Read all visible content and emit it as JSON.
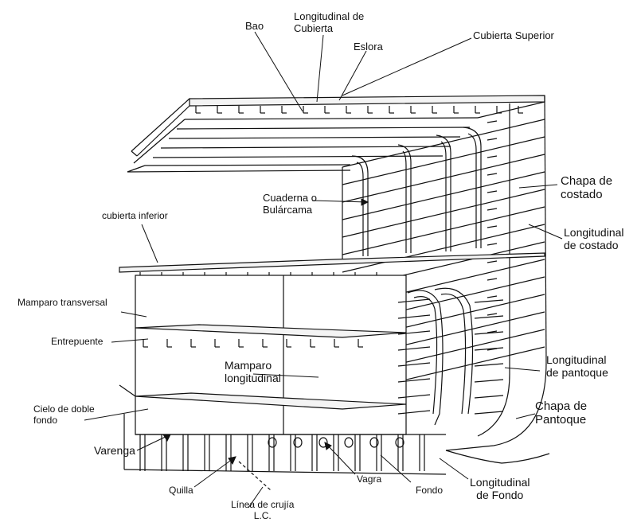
{
  "labels": {
    "bao": "Bao",
    "longitudinal_cubierta": "Longitudinal de\nCubierta",
    "eslora": "Eslora",
    "cubierta_superior": "Cubierta Superior",
    "chapa_costado": "Chapa de\ncostado",
    "cuaderna": "Cuaderna o\nBulárcama",
    "cubierta_inferior": "cubierta inferior",
    "longitudinal_costado": "Longitudinal\nde costado",
    "mamparo_transversal": "Mamparo transversal",
    "entrepuente": "Entrepuente",
    "mamparo_longitudinal": "Mamparo\nlongitudinal",
    "longitudinal_pantoque": "Longitudinal\nde pantoque",
    "cielo_doble_fondo": "Cielo de doble\nfondo",
    "chapa_pantoque": "Chapa de\nPantoque",
    "varenga": "Varenga",
    "quilla": "Quilla",
    "vagra": "Vagra",
    "fondo": "Fondo",
    "longitudinal_fondo": "Longitudinal\nde Fondo",
    "linea_crujia": "Línea de crujía\nL.C."
  },
  "colors": {
    "ink": "#111111",
    "paper": "#ffffff",
    "fill": "#f4f4f4"
  }
}
